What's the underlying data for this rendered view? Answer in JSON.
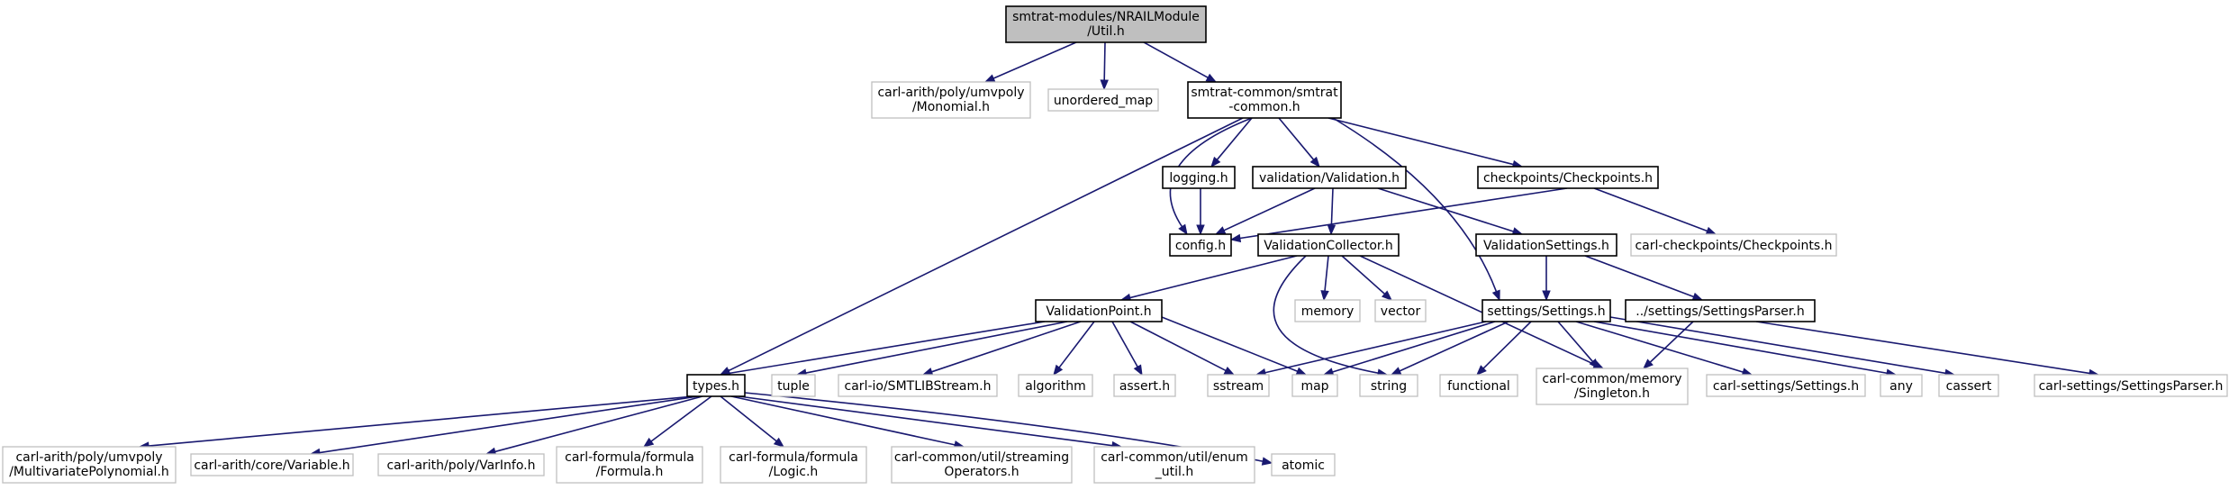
{
  "diagram": {
    "colors": {
      "edge": "#191970",
      "internal_border": "#000000",
      "external_border": "#bfbfbf",
      "root_fill": "#bfbfbf"
    },
    "nodes": [
      {
        "id": "root",
        "lines": [
          "smtrat-modules/NRAILModule",
          "/Util.h"
        ],
        "kind": "root"
      },
      {
        "id": "monomial",
        "lines": [
          "carl-arith/poly/umvpoly",
          "/Monomial.h"
        ],
        "kind": "external"
      },
      {
        "id": "unordered_map",
        "lines": [
          "unordered_map"
        ],
        "kind": "external"
      },
      {
        "id": "smtrat_common",
        "lines": [
          "smtrat-common/smtrat",
          "-common.h"
        ],
        "kind": "internal"
      },
      {
        "id": "logging",
        "lines": [
          "logging.h"
        ],
        "kind": "internal"
      },
      {
        "id": "validation",
        "lines": [
          "validation/Validation.h"
        ],
        "kind": "internal"
      },
      {
        "id": "checkpoints",
        "lines": [
          "checkpoints/Checkpoints.h"
        ],
        "kind": "internal"
      },
      {
        "id": "config",
        "lines": [
          "config.h"
        ],
        "kind": "internal"
      },
      {
        "id": "validation_collector",
        "lines": [
          "ValidationCollector.h"
        ],
        "kind": "internal"
      },
      {
        "id": "validation_settings",
        "lines": [
          "ValidationSettings.h"
        ],
        "kind": "internal"
      },
      {
        "id": "carl_checkpoints",
        "lines": [
          "carl-checkpoints/Checkpoints.h"
        ],
        "kind": "external"
      },
      {
        "id": "validation_point",
        "lines": [
          "ValidationPoint.h"
        ],
        "kind": "internal"
      },
      {
        "id": "memory",
        "lines": [
          "memory"
        ],
        "kind": "external"
      },
      {
        "id": "vector",
        "lines": [
          "vector"
        ],
        "kind": "external"
      },
      {
        "id": "settings",
        "lines": [
          "settings/Settings.h"
        ],
        "kind": "internal"
      },
      {
        "id": "settings_parser",
        "lines": [
          "../settings/SettingsParser.h"
        ],
        "kind": "internal"
      },
      {
        "id": "types",
        "lines": [
          "types.h"
        ],
        "kind": "internal"
      },
      {
        "id": "tuple",
        "lines": [
          "tuple"
        ],
        "kind": "external"
      },
      {
        "id": "smtlibstream",
        "lines": [
          "carl-io/SMTLIBStream.h"
        ],
        "kind": "external"
      },
      {
        "id": "algorithm",
        "lines": [
          "algorithm"
        ],
        "kind": "external"
      },
      {
        "id": "assert",
        "lines": [
          "assert.h"
        ],
        "kind": "external"
      },
      {
        "id": "sstream",
        "lines": [
          "sstream"
        ],
        "kind": "external"
      },
      {
        "id": "map",
        "lines": [
          "map"
        ],
        "kind": "external"
      },
      {
        "id": "string",
        "lines": [
          "string"
        ],
        "kind": "external"
      },
      {
        "id": "functional",
        "lines": [
          "functional"
        ],
        "kind": "external"
      },
      {
        "id": "singleton",
        "lines": [
          "carl-common/memory",
          "/Singleton.h"
        ],
        "kind": "external"
      },
      {
        "id": "carl_settings",
        "lines": [
          "carl-settings/Settings.h"
        ],
        "kind": "external"
      },
      {
        "id": "any",
        "lines": [
          "any"
        ],
        "kind": "external"
      },
      {
        "id": "cassert",
        "lines": [
          "cassert"
        ],
        "kind": "external"
      },
      {
        "id": "carl_settings_parser",
        "lines": [
          "carl-settings/SettingsParser.h"
        ],
        "kind": "external"
      },
      {
        "id": "multivariate",
        "lines": [
          "carl-arith/poly/umvpoly",
          "/MultivariatePolynomial.h"
        ],
        "kind": "external"
      },
      {
        "id": "variable",
        "lines": [
          "carl-arith/core/Variable.h"
        ],
        "kind": "external"
      },
      {
        "id": "varinfo",
        "lines": [
          "carl-arith/poly/VarInfo.h"
        ],
        "kind": "external"
      },
      {
        "id": "formula",
        "lines": [
          "carl-formula/formula",
          "/Formula.h"
        ],
        "kind": "external"
      },
      {
        "id": "logic",
        "lines": [
          "carl-formula/formula",
          "/Logic.h"
        ],
        "kind": "external"
      },
      {
        "id": "streaming",
        "lines": [
          "carl-common/util/streaming",
          "Operators.h"
        ],
        "kind": "external"
      },
      {
        "id": "enum_util",
        "lines": [
          "carl-common/util/enum",
          "_util.h"
        ],
        "kind": "external"
      },
      {
        "id": "atomic",
        "lines": [
          "atomic"
        ],
        "kind": "external"
      }
    ],
    "edges": [
      [
        "root",
        "monomial"
      ],
      [
        "root",
        "unordered_map"
      ],
      [
        "root",
        "smtrat_common"
      ],
      [
        "smtrat_common",
        "logging"
      ],
      [
        "smtrat_common",
        "validation"
      ],
      [
        "smtrat_common",
        "checkpoints"
      ],
      [
        "smtrat_common",
        "config"
      ],
      [
        "smtrat_common",
        "types"
      ],
      [
        "smtrat_common",
        "settings"
      ],
      [
        "logging",
        "config"
      ],
      [
        "validation",
        "config"
      ],
      [
        "validation",
        "validation_collector"
      ],
      [
        "validation",
        "validation_settings"
      ],
      [
        "checkpoints",
        "config"
      ],
      [
        "checkpoints",
        "carl_checkpoints"
      ],
      [
        "validation_collector",
        "validation_point"
      ],
      [
        "validation_collector",
        "memory"
      ],
      [
        "validation_collector",
        "vector"
      ],
      [
        "validation_collector",
        "string"
      ],
      [
        "validation_collector",
        "singleton"
      ],
      [
        "validation_settings",
        "settings"
      ],
      [
        "validation_settings",
        "settings_parser"
      ],
      [
        "validation_point",
        "types"
      ],
      [
        "validation_point",
        "tuple"
      ],
      [
        "validation_point",
        "smtlibstream"
      ],
      [
        "validation_point",
        "algorithm"
      ],
      [
        "validation_point",
        "assert"
      ],
      [
        "validation_point",
        "sstream"
      ],
      [
        "validation_point",
        "map"
      ],
      [
        "settings",
        "sstream"
      ],
      [
        "settings",
        "map"
      ],
      [
        "settings",
        "string"
      ],
      [
        "settings",
        "functional"
      ],
      [
        "settings",
        "singleton"
      ],
      [
        "settings",
        "carl_settings"
      ],
      [
        "settings",
        "any"
      ],
      [
        "settings",
        "cassert"
      ],
      [
        "settings_parser",
        "singleton"
      ],
      [
        "settings_parser",
        "carl_settings_parser"
      ],
      [
        "types",
        "multivariate"
      ],
      [
        "types",
        "variable"
      ],
      [
        "types",
        "varinfo"
      ],
      [
        "types",
        "formula"
      ],
      [
        "types",
        "logic"
      ],
      [
        "types",
        "streaming"
      ],
      [
        "types",
        "enum_util"
      ],
      [
        "types",
        "atomic"
      ]
    ]
  }
}
